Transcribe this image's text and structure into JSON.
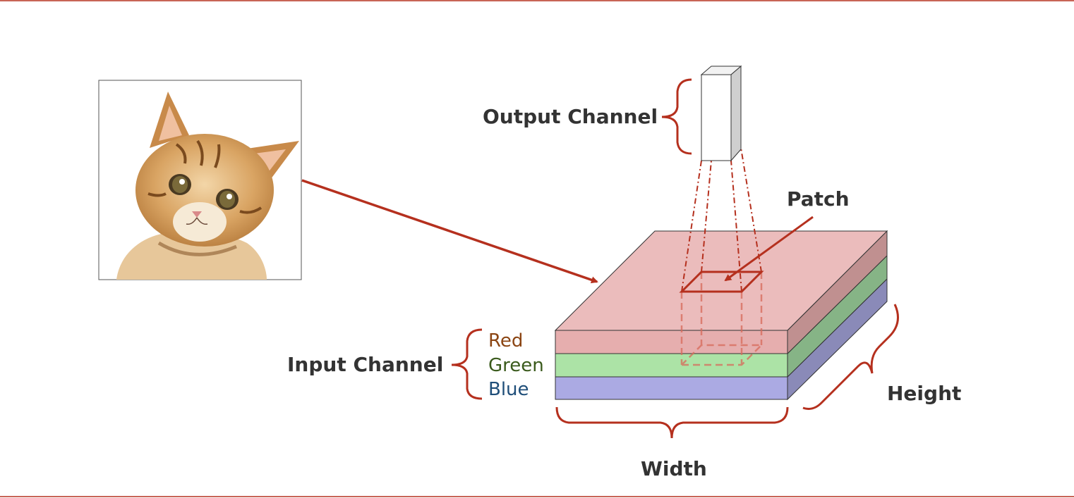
{
  "labels": {
    "output_channel": "Output Channel",
    "patch": "Patch",
    "input_channel": "Input Channel",
    "red": "Red",
    "green": "Green",
    "blue": "Blue",
    "height": "Height",
    "width": "Width"
  },
  "colors": {
    "accent": "#b5301e",
    "text": "#333333",
    "red_text": "#8b4513",
    "green_text": "#3a5a1c",
    "blue_text": "#1f4e79",
    "red_layer": "#e6aeae",
    "red_top": "#ebbcbc",
    "red_side": "#c09090",
    "green_layer": "#ace3a6",
    "green_side": "#86b486",
    "blue_layer": "#abaae3",
    "blue_side": "#8a8ab8"
  },
  "icons": {
    "image": "cat-photo",
    "arrow": "arrow-right-down-icon"
  }
}
